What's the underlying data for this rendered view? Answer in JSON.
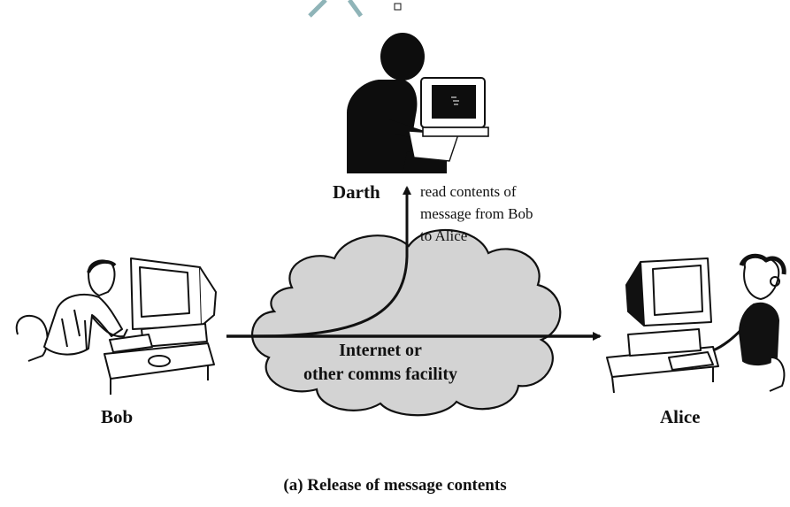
{
  "participants": {
    "bob": "Bob",
    "alice": "Alice",
    "darth": "Darth"
  },
  "network": {
    "line1": "Internet or",
    "line2": "other comms facility"
  },
  "annotation": {
    "line1": "read contents of",
    "line2": "message from Bob",
    "line3": "to Alice"
  },
  "caption": "(a) Release of message contents",
  "colors": {
    "cloud_fill": "#d3d3d3",
    "ink": "#111111",
    "silhouette": "#0d0d0d",
    "screen_teal": "#8fb4b8"
  },
  "icons": {
    "bob": "person-at-computer-icon",
    "alice": "person-at-computer-icon",
    "darth": "eavesdropper-silhouette-icon",
    "cloud": "network-cloud-icon"
  }
}
